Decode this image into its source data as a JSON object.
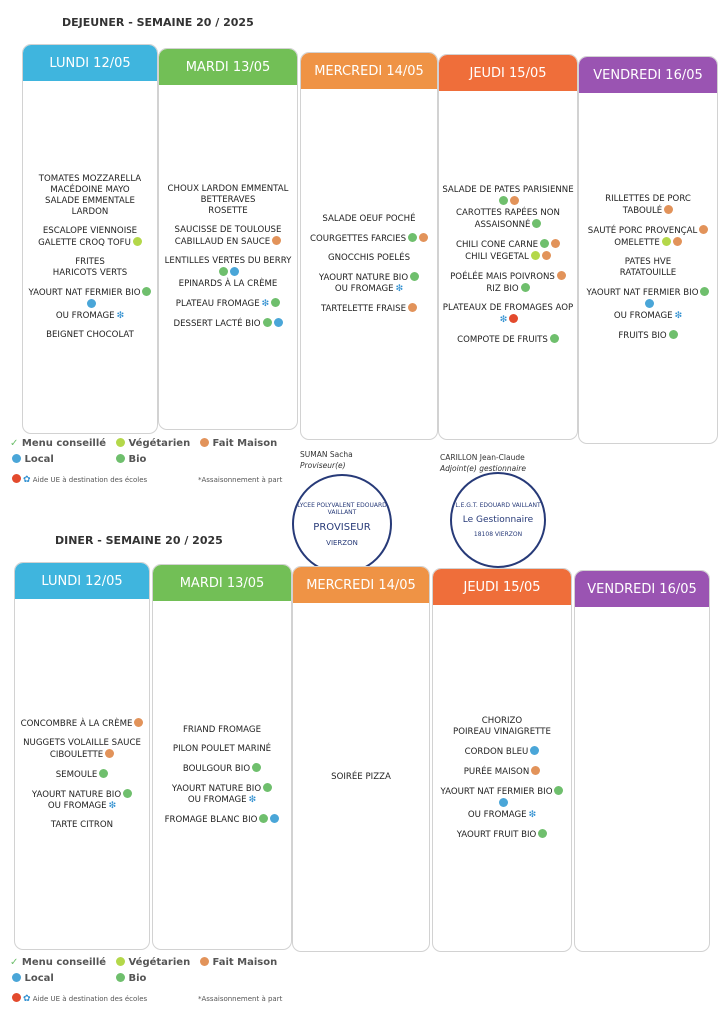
{
  "lunch": {
    "title": "DEJEUNER - SEMAINE 20 / 2025",
    "days": [
      {
        "label": "LUNDI 12/05",
        "color": "#3fb5de",
        "items": [
          {
            "t": "TOMATES MOZZARELLA"
          },
          {
            "t": "MACÉDOINE MAYO"
          },
          {
            "t": "SALADE EMMENTALE LARDON"
          },
          {
            "gap": true
          },
          {
            "t": "ESCALOPE VIENNOISE"
          },
          {
            "t": "GALETTE CROQ TOFU",
            "icons": [
              "veg"
            ]
          },
          {
            "gap": true
          },
          {
            "t": "FRITES"
          },
          {
            "t": "HARICOTS VERTS"
          },
          {
            "gap": true
          },
          {
            "t": "YAOURT NAT FERMIER BIO",
            "icons": [
              "bio",
              "loc"
            ]
          },
          {
            "t": "OU FROMAGE",
            "icons": [
              "fish"
            ]
          },
          {
            "gap": true
          },
          {
            "t": "BEIGNET CHOCOLAT"
          }
        ]
      },
      {
        "label": "MARDI 13/05",
        "color": "#72bf56",
        "items": [
          {
            "t": "CHOUX LARDON EMMENTAL"
          },
          {
            "t": "BETTERAVES"
          },
          {
            "t": "ROSETTE"
          },
          {
            "gap": true
          },
          {
            "t": "SAUCISSE DE TOULOUSE"
          },
          {
            "t": "CABILLAUD EN SAUCE",
            "icons": [
              "fm"
            ]
          },
          {
            "gap": true
          },
          {
            "t": "LENTILLES VERTES DU BERRY",
            "icons": [
              "bio",
              "loc"
            ]
          },
          {
            "t": "EPINARDS À LA CRÈME"
          },
          {
            "gap": true
          },
          {
            "t": "PLATEAU FROMAGE",
            "icons": [
              "fish",
              "bio"
            ]
          },
          {
            "gap": true
          },
          {
            "t": "DESSERT LACTÉ BIO",
            "icons": [
              "bio",
              "loc"
            ]
          }
        ]
      },
      {
        "label": "MERCREDI 14/05",
        "color": "#ef9345",
        "items": [
          {
            "t": "SALADE OEUF POCHÉ"
          },
          {
            "gap": true
          },
          {
            "t": "COURGETTES FARCIES",
            "icons": [
              "bio",
              "fm"
            ]
          },
          {
            "gap": true
          },
          {
            "t": "GNOCCHIS POELÉS"
          },
          {
            "gap": true
          },
          {
            "t": "YAOURT NATURE BIO",
            "icons": [
              "bio"
            ]
          },
          {
            "t": "OU FROMAGE",
            "icons": [
              "fish"
            ]
          },
          {
            "gap": true
          },
          {
            "t": "TARTELETTE FRAISE",
            "icons": [
              "fm"
            ]
          }
        ]
      },
      {
        "label": "JEUDI 15/05",
        "color": "#ef6e3a",
        "items": [
          {
            "t": "SALADE DE PATES PARISIENNE",
            "icons": [
              "bio",
              "fm"
            ]
          },
          {
            "t": "CAROTTES RAPÉES NON ASSAISONNÉ",
            "icons": [
              "bio"
            ]
          },
          {
            "gap": true
          },
          {
            "t": "CHILI CONE CARNE",
            "icons": [
              "bio",
              "fm"
            ]
          },
          {
            "t": "CHILI VEGETAL",
            "icons": [
              "veg",
              "fm"
            ]
          },
          {
            "gap": true
          },
          {
            "t": "POÉLÉE MAIS POIVRONS",
            "icons": [
              "fm"
            ]
          },
          {
            "t": "RIZ BIO",
            "icons": [
              "bio"
            ]
          },
          {
            "gap": true
          },
          {
            "t": "PLATEAUX DE FROMAGES AOP",
            "icons": [
              "fish",
              "ue"
            ]
          },
          {
            "gap": true
          },
          {
            "t": "COMPOTE DE FRUITS",
            "icons": [
              "bio"
            ]
          }
        ]
      },
      {
        "label": "VENDREDI 16/05",
        "color": "#9a54b2",
        "items": [
          {
            "t": "RILLETTES DE PORC"
          },
          {
            "t": "TABOULÉ",
            "icons": [
              "fm"
            ]
          },
          {
            "gap": true
          },
          {
            "t": "SAUTÉ PORC PROVENÇAL",
            "icons": [
              "fm"
            ]
          },
          {
            "t": "OMELETTE",
            "icons": [
              "veg",
              "fm"
            ]
          },
          {
            "gap": true
          },
          {
            "t": "PATES HVE"
          },
          {
            "t": "RATATOUILLE"
          },
          {
            "gap": true
          },
          {
            "t": "YAOURT NAT FERMIER BIO",
            "icons": [
              "bio",
              "loc"
            ]
          },
          {
            "t": "OU FROMAGE",
            "icons": [
              "fish"
            ]
          },
          {
            "gap": true
          },
          {
            "t": "FRUITS BIO",
            "icons": [
              "bio"
            ]
          }
        ]
      }
    ]
  },
  "dinner": {
    "title": "DINER - SEMAINE 20 / 2025",
    "days": [
      {
        "label": "LUNDI 12/05",
        "color": "#3fb5de",
        "items": [
          {
            "t": "CONCOMBRE À LA CRÈME",
            "icons": [
              "fm"
            ]
          },
          {
            "gap": true
          },
          {
            "t": "NUGGETS VOLAILLE SAUCE CIBOULETTE",
            "icons": [
              "fm"
            ]
          },
          {
            "gap": true
          },
          {
            "t": "SEMOULE",
            "icons": [
              "bio"
            ]
          },
          {
            "gap": true
          },
          {
            "t": "YAOURT NATURE BIO",
            "icons": [
              "bio"
            ]
          },
          {
            "t": "OU FROMAGE",
            "icons": [
              "fish"
            ]
          },
          {
            "gap": true
          },
          {
            "t": "TARTE CITRON"
          }
        ]
      },
      {
        "label": "MARDI 13/05",
        "color": "#72bf56",
        "items": [
          {
            "t": "FRIAND FROMAGE"
          },
          {
            "gap": true
          },
          {
            "t": "PILON POULET MARINÉ"
          },
          {
            "gap": true
          },
          {
            "t": "BOULGOUR BIO",
            "icons": [
              "bio"
            ]
          },
          {
            "gap": true
          },
          {
            "t": "YAOURT NATURE BIO",
            "icons": [
              "bio"
            ]
          },
          {
            "t": "OU FROMAGE",
            "icons": [
              "fish"
            ]
          },
          {
            "gap": true
          },
          {
            "t": "FROMAGE BLANC BIO",
            "icons": [
              "bio",
              "loc"
            ]
          }
        ]
      },
      {
        "label": "MERCREDI 14/05",
        "color": "#ef9345",
        "items": [
          {
            "t": "SOIRÉE PIZZA"
          }
        ]
      },
      {
        "label": "JEUDI 15/05",
        "color": "#ef6e3a",
        "items": [
          {
            "t": "CHORIZO"
          },
          {
            "t": "POIREAU VINAIGRETTE"
          },
          {
            "gap": true
          },
          {
            "t": "CORDON BLEU",
            "icons": [
              "loc"
            ]
          },
          {
            "gap": true
          },
          {
            "t": "PURÉE MAISON",
            "icons": [
              "fm"
            ]
          },
          {
            "gap": true
          },
          {
            "t": "YAOURT NAT FERMIER BIO",
            "icons": [
              "bio",
              "loc"
            ]
          },
          {
            "t": "OU FROMAGE",
            "icons": [
              "fish"
            ]
          },
          {
            "gap": true
          },
          {
            "t": "YAOURT FRUIT BIO",
            "icons": [
              "bio"
            ]
          }
        ]
      },
      {
        "label": "VENDREDI 16/05",
        "color": "#9a54b2",
        "items": []
      }
    ]
  },
  "legend": {
    "menu_conseille": "Menu conseillé",
    "vegetarien": "Végétarien",
    "fait_maison": "Fait Maison",
    "local": "Local",
    "bio": "Bio",
    "aide_ue": "Aide UE à destination des écoles",
    "assaisonnement": "*Assaisonnement à part"
  },
  "signatures": {
    "proviseur_name": "SUMAN Sacha",
    "proviseur_role": "Proviseur(e)",
    "adjoint_name": "CARILLON Jean-Claude",
    "adjoint_role": "Adjoint(e) gestionnaire",
    "stamp1_top": "LYCEE POLYVALENT EDOUARD VAILLANT",
    "stamp1_mid": "PROVISEUR",
    "stamp1_bottom": "VIERZON",
    "stamp2_top": "L.E.G.T. EDOUARD VAILLANT",
    "stamp2_mid": "Le Gestionnaire",
    "stamp2_bottom": "18108 VIERZON"
  }
}
